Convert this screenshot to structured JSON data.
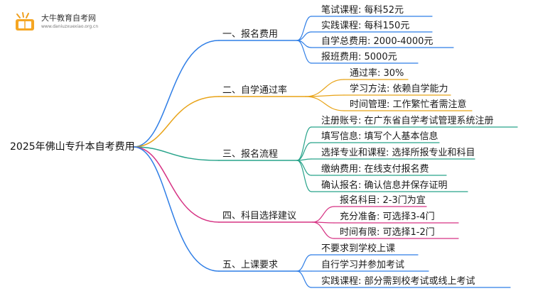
{
  "header": {
    "site_name": "大牛教育自考网",
    "site_url": "www.daniuzxuexiao.org.cn"
  },
  "mindmap": {
    "root": "2025年佛山专升本自考费用",
    "branches": [
      {
        "label": "一、报名费用",
        "color": "#2f7ee6",
        "children": [
          "笔试课程: 每科52元",
          "实践课程: 每科150元",
          "自学总费用: 2000-4000元",
          "报班费用: 5000元"
        ]
      },
      {
        "label": "二、自学通过率",
        "color": "#e8a317",
        "children": [
          "通过率: 30%",
          "学习方法: 依赖自学能力",
          "时间管理: 工作繁忙者需注意"
        ]
      },
      {
        "label": "三、报名流程",
        "color": "#27a38a",
        "children": [
          "注册账号: 在广东省自学考试管理系统注册",
          "填写信息: 填写个人基本信息",
          "选择专业和课程: 选择所报专业和科目",
          "缴纳费用: 在线支付报名费",
          "确认报名: 确认信息并保存证明"
        ]
      },
      {
        "label": "四、科目选择建议",
        "color": "#d63384",
        "children": [
          "报名科目: 2-3门为宜",
          "充分准备: 可选择3-4门",
          "时间有限: 可选择1-2门"
        ]
      },
      {
        "label": "五、上课要求",
        "color": "#2f7ee6",
        "children": [
          "不要求到学校上课",
          "自行学习并参加考试",
          "实践课程: 部分需到校考试或线上考试"
        ]
      }
    ]
  }
}
